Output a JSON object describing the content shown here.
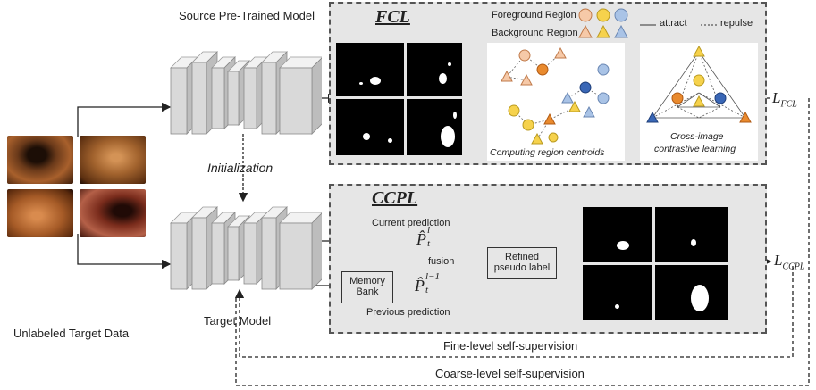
{
  "labels": {
    "source_model": "Source Pre-Trained Model",
    "target_model": "Target Model",
    "initialization": "Initialization",
    "unlabeled_data": "Unlabeled Target Data",
    "fine_level": "Fine-level self-supervision",
    "coarse_level": "Coarse-level self-supervision"
  },
  "fcl": {
    "title": "FCL",
    "legend_foreground": "Foreground Region",
    "legend_background": "Background Region",
    "legend_attract": "attract",
    "legend_repulse": "repulse",
    "centroids_caption": "Computing region centroids",
    "contrastive_caption_1": "Cross-image",
    "contrastive_caption_2": "contrastive learning",
    "loss_base": "L",
    "loss_sub": "FCL"
  },
  "ccpl": {
    "title": "CCPL",
    "current_prediction": "Current prediction",
    "previous_prediction": "Previous prediction",
    "fusion": "fusion",
    "memory_line1": "Memory",
    "memory_line2": "Bank",
    "refined_line1": "Refined",
    "refined_line2": "pseudo label",
    "p_base": "P̂",
    "p_sub": "t",
    "p_sup_current": "l",
    "p_sup_previous": "l−1",
    "loss_base": "L",
    "loss_sub": "CCPL"
  },
  "colors": {
    "foreground_shades": [
      "#f6c9a8",
      "#f6d24c",
      "#a9c3e6"
    ],
    "background_shades": [
      "#f6c9a8",
      "#f6d24c",
      "#a9c3e6"
    ],
    "panel": "#e6e6e6",
    "accent_orange": "#e98a2e",
    "accent_blue": "#3a67b6"
  }
}
